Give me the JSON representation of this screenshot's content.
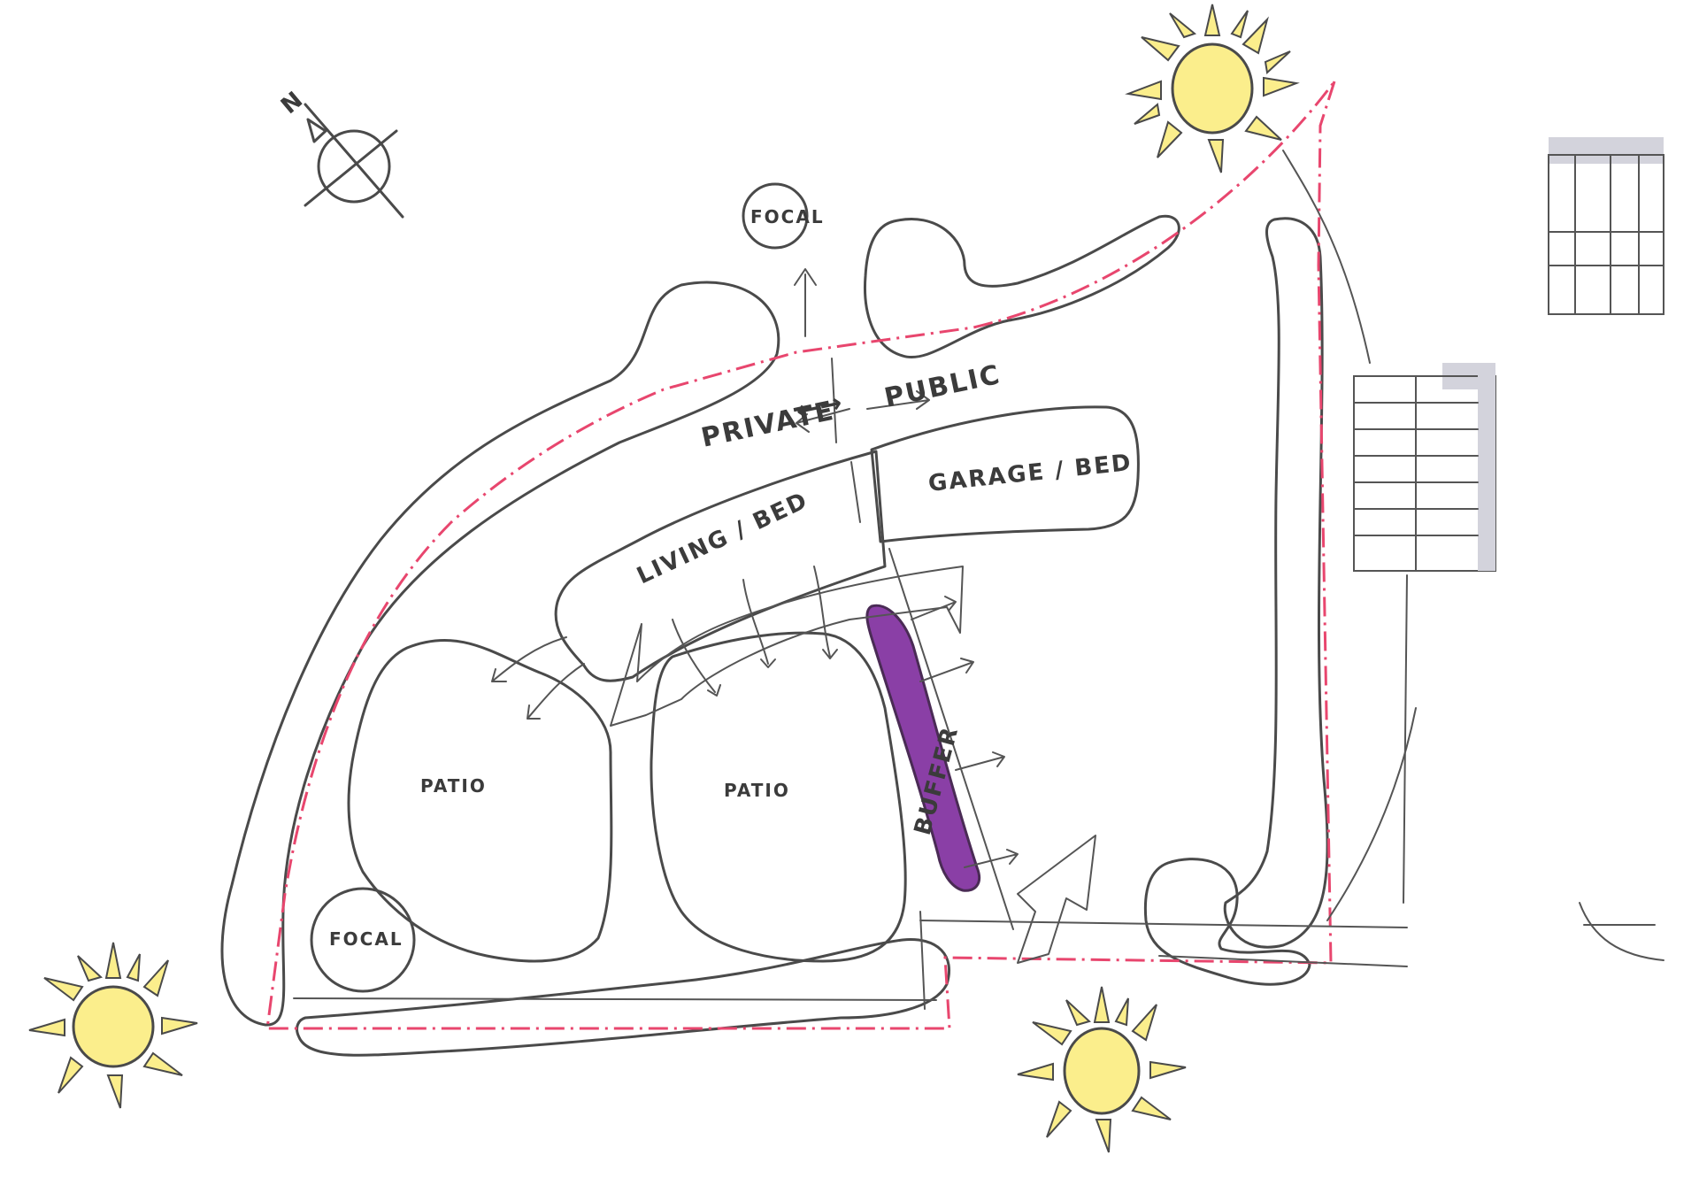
{
  "labels": {
    "focal_top": "FOCAL",
    "focal_bottom": "FOCAL",
    "private": "PRIVATE",
    "public": "PUBLIC",
    "garage_bed": "GARAGE / BED",
    "living_bed": "LIVING / BED",
    "patio_left": "PATIO",
    "patio_right": "PATIO",
    "buffer": "BUFFER",
    "north": "N"
  },
  "colors": {
    "green_zone": "#d8efc6",
    "teal_zone": "#cfe8ea",
    "patio_zone": "#fbf3de",
    "focal_zone": "#e4d3f4",
    "buffer_zone": "#8a3fa6",
    "arrow_lilac": "#e2cdf3",
    "arrow_pink": "#f2a9e6",
    "sun_fill": "#fbee8c",
    "boundary": "#e8466e",
    "building_shade": "#d3d3dc"
  },
  "icons": [
    "north-arrow-icon",
    "sun-icon"
  ]
}
